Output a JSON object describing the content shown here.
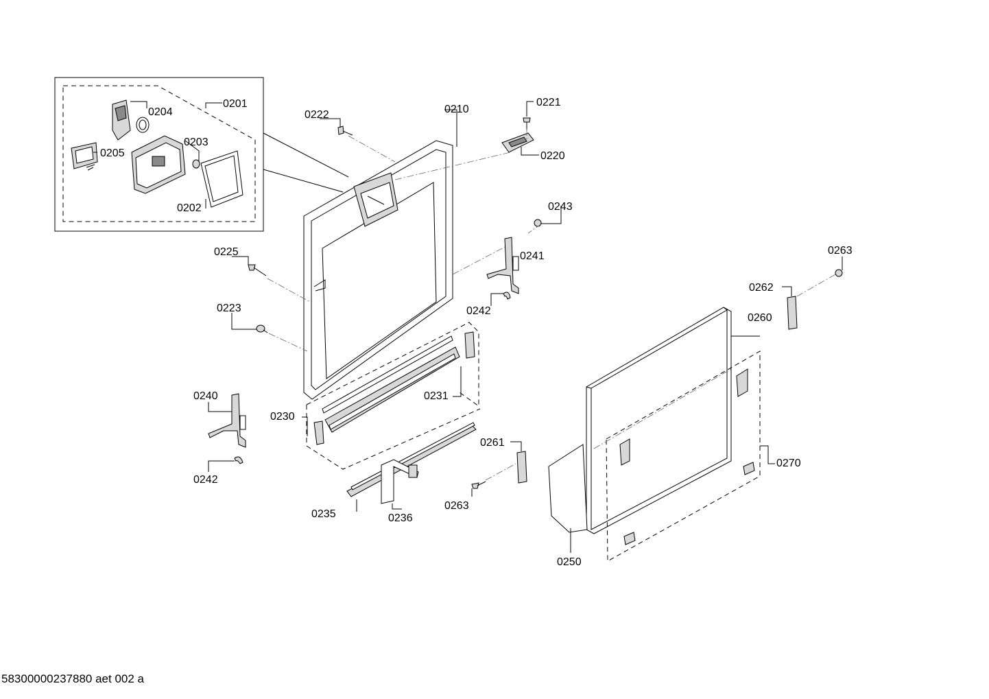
{
  "footer": {
    "doc_code": "58300000237880 aet 002 a"
  },
  "callouts": {
    "c0201": "0201",
    "c0202": "0202",
    "c0203": "0203",
    "c0204": "0204",
    "c0205": "0205",
    "c0210": "0210",
    "c0220": "0220",
    "c0221": "0221",
    "c0222": "0222",
    "c0223": "0223",
    "c0225": "0225",
    "c0230": "0230",
    "c0231": "0231",
    "c0235": "0235",
    "c0236": "0236",
    "c0240": "0240",
    "c0241": "0241",
    "c0242a": "0242",
    "c0242b": "0242",
    "c0243": "0243",
    "c0250": "0250",
    "c0260": "0260",
    "c0261": "0261",
    "c0262": "0262",
    "c0263a": "0263",
    "c0263b": "0263",
    "c0270": "0270"
  }
}
